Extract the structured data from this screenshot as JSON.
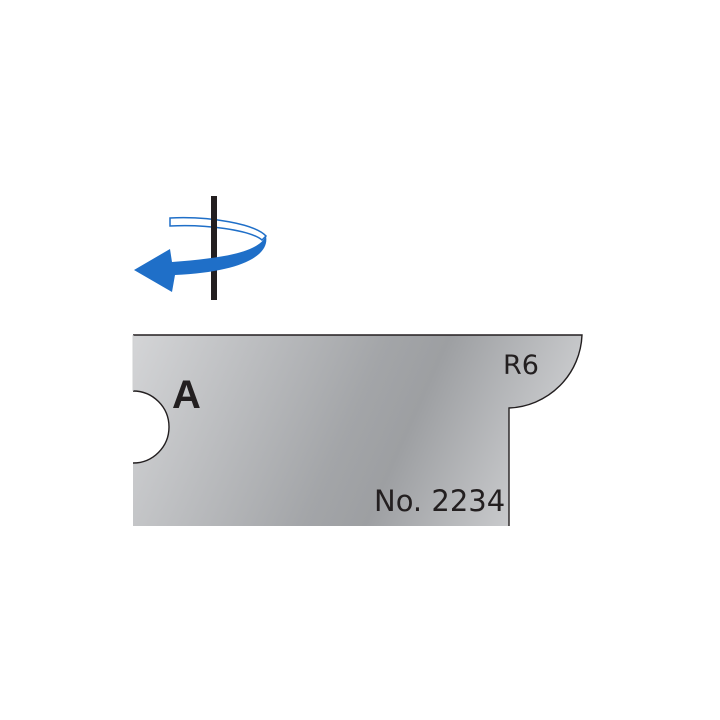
{
  "diagram": {
    "rotation_indicator": {
      "direction": "counter-clockwise",
      "arrow_color": "#1f6fc8",
      "spindle_color": "#231f20"
    },
    "knife_profile": {
      "side_label": "A",
      "radius_label": "R6",
      "part_number_label": "No. 2234",
      "fill_light": "#d6d7d9",
      "fill_dark": "#9c9ea1",
      "outline_color": "#231f20"
    }
  }
}
